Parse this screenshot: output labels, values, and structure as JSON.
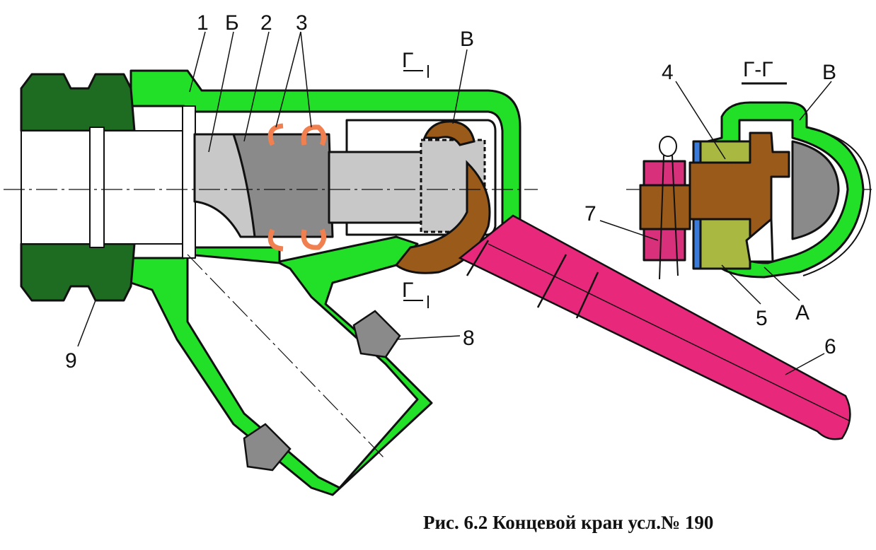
{
  "colors": {
    "body_green": "#22e028",
    "nut_dark_green": "#1e6b22",
    "plug_gray": "#8a8a8a",
    "plug_light": "#c8c8c8",
    "seal_orange": "#f08050",
    "handle_magenta": "#e8287a",
    "bracket_brown": "#9a5a1a",
    "collar_olive": "#a8b840",
    "ring_pink": "#d8307a",
    "outline": "#111111"
  },
  "labels": {
    "n1": "1",
    "b_cyr": "Б",
    "n2": "2",
    "n3": "3",
    "g_top": "Г",
    "v_left": "В",
    "section": "Г-Г",
    "n4": "4",
    "v_right": "В",
    "n7": "7",
    "n5": "5",
    "a_cyr": "А",
    "n6": "6",
    "n8": "8",
    "n9": "9",
    "g_bottom": "Г"
  },
  "caption": "Рис. 6.2  Концевой кран усл.№ 190"
}
